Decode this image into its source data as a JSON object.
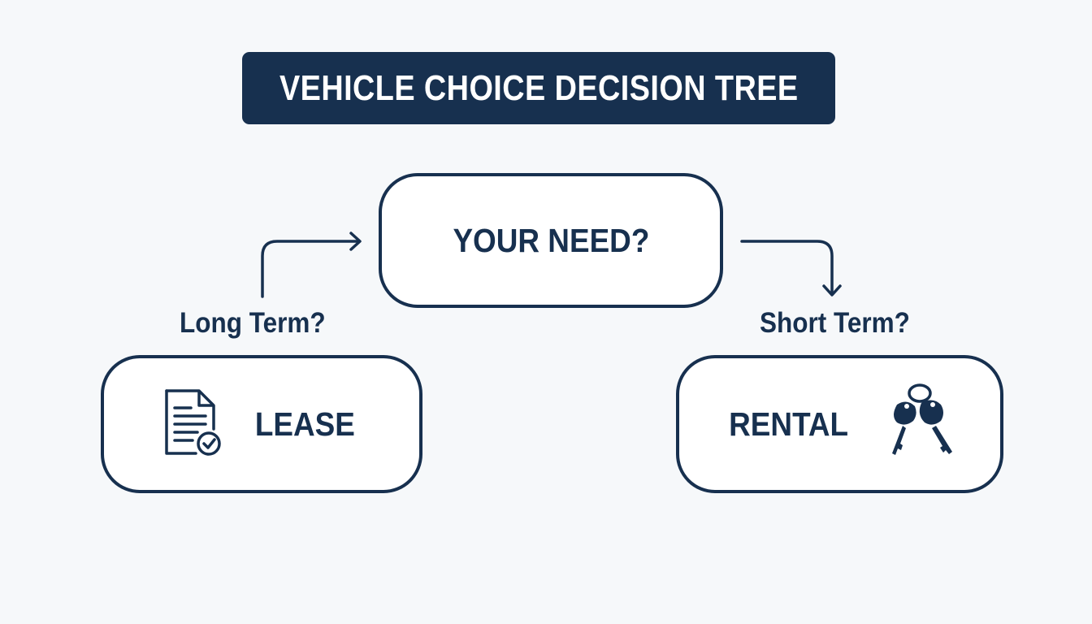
{
  "diagram": {
    "title": "VEHICLE CHOICE DECISION TREE",
    "root": {
      "label": "YOUR NEED?"
    },
    "branches": {
      "left": {
        "condition": "Long Term?",
        "outcome": "LEASE",
        "icon": "document-check-icon"
      },
      "right": {
        "condition": "Short Term?",
        "outcome": "RENTAL",
        "icon": "car-keys-icon"
      }
    },
    "colors": {
      "primary": "#17304f",
      "background": "#f6f8fa",
      "node_fill": "#ffffff",
      "title_text": "#ffffff"
    }
  }
}
